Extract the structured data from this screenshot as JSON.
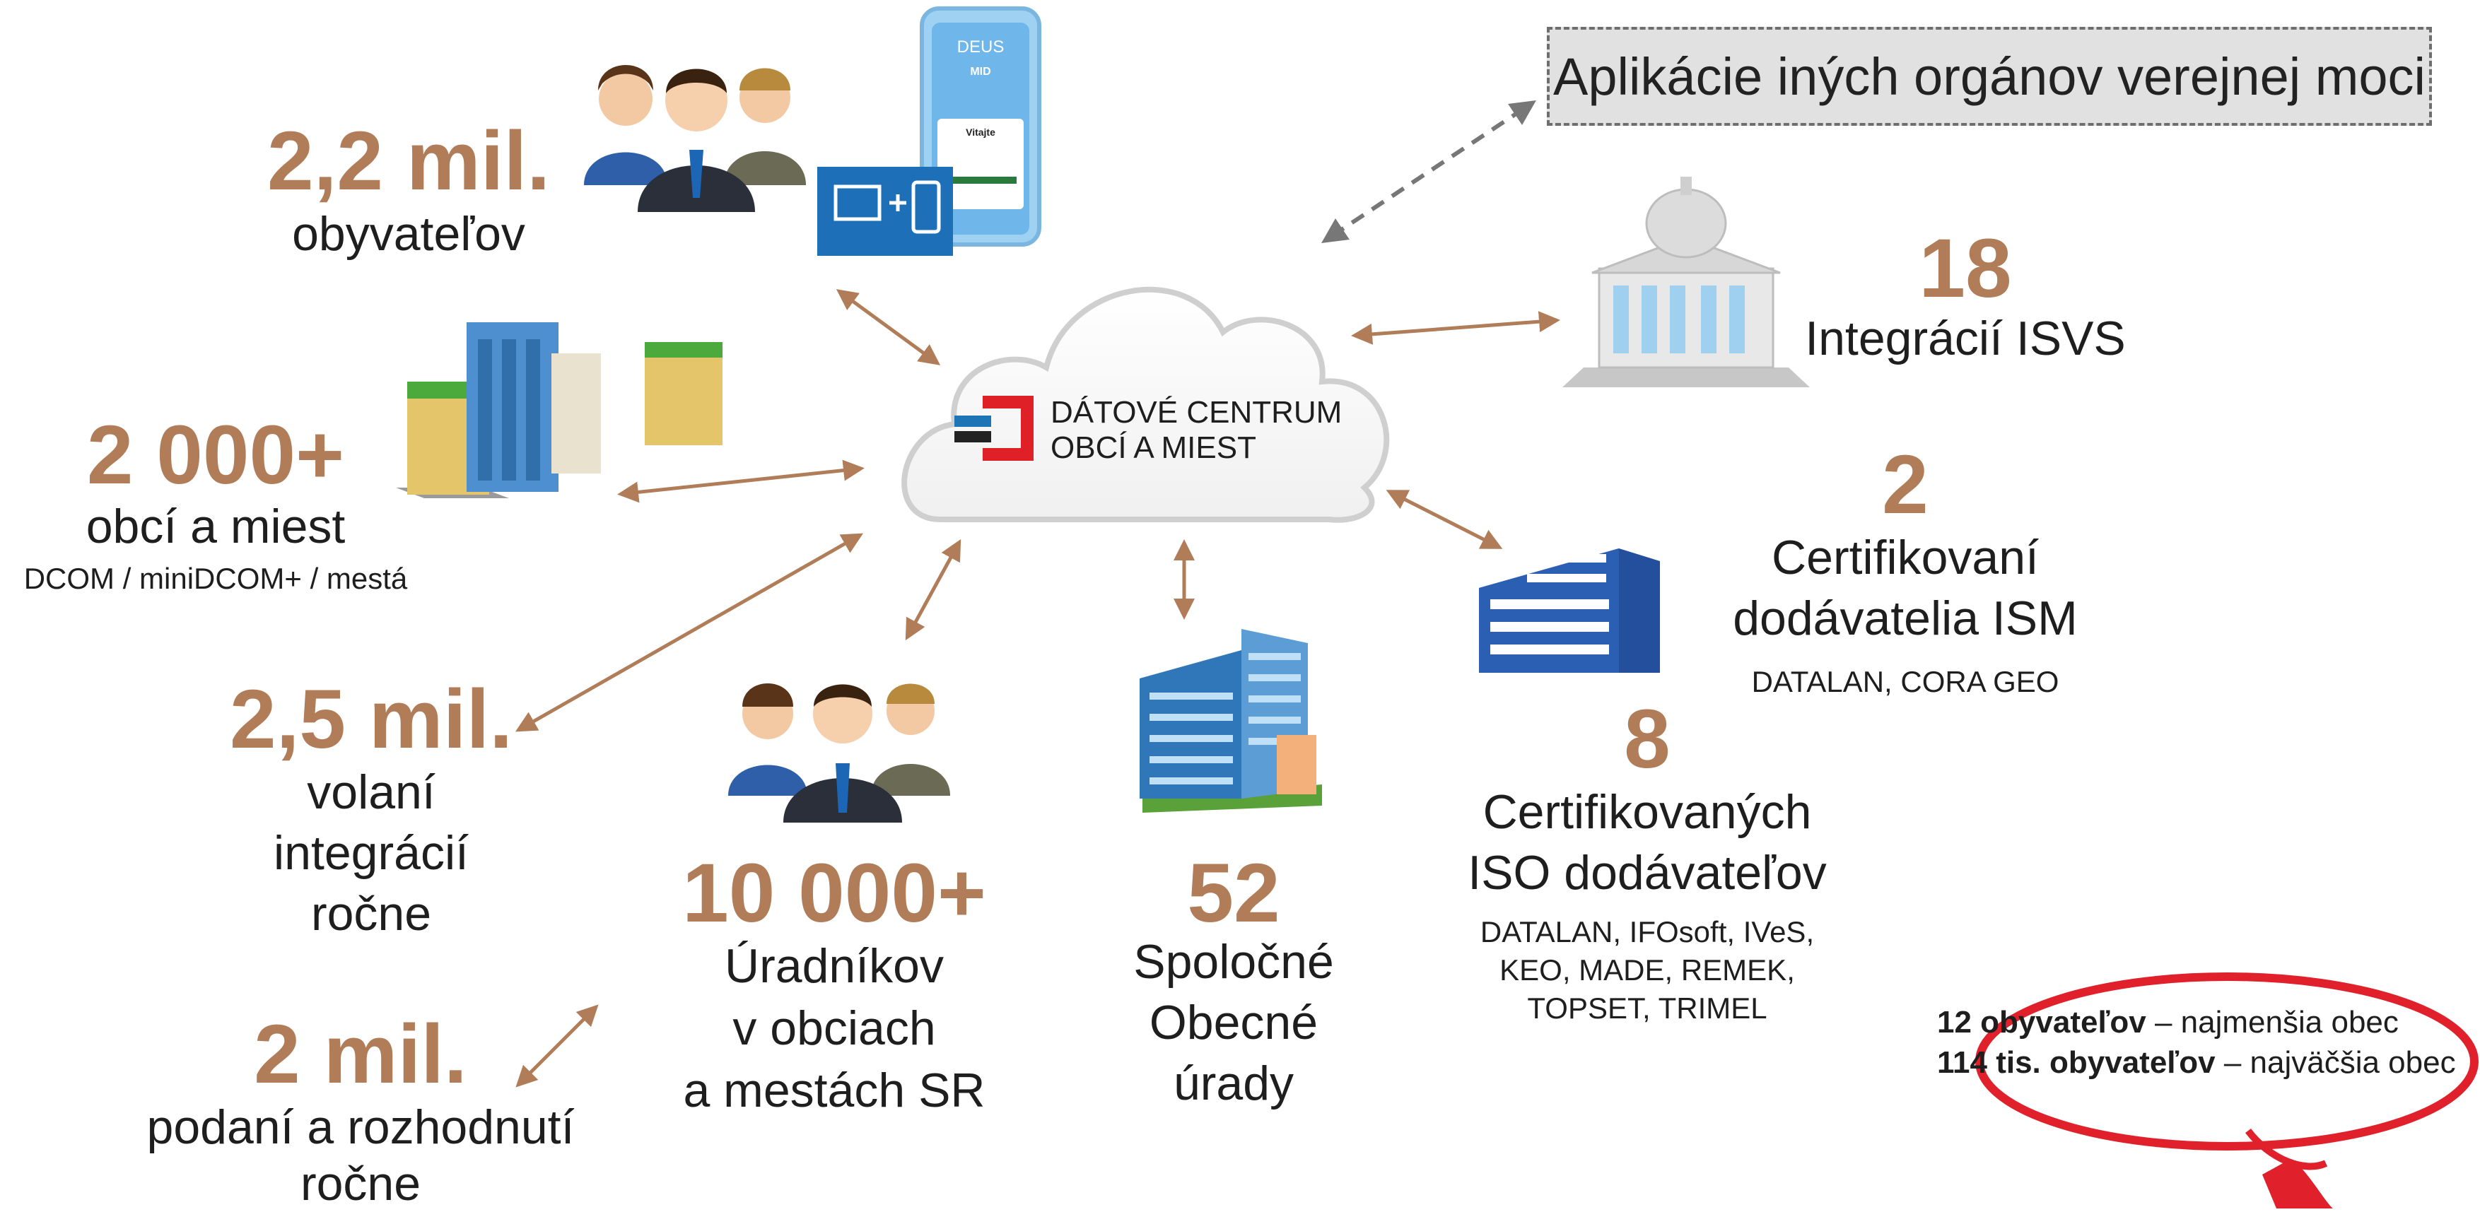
{
  "center": {
    "line1": "DÁTOVÉ CENTRUM",
    "line2": "OBCÍ A MIEST"
  },
  "other_apps": "Aplikácie iných orgánov verejnej moci",
  "phone": {
    "brand": "DEUS",
    "sub": "MID",
    "greeting": "Vitajte"
  },
  "stats": {
    "residents": {
      "value": "2,2 mil.",
      "label": "obyvateľov"
    },
    "municipalities": {
      "value": "2 000+",
      "label": "obcí a miest",
      "sub": "DCOM / miniDCOM+ / mestá"
    },
    "calls": {
      "value": "2,5 mil.",
      "label1": "volaní",
      "label2": "integrácií",
      "label3": "ročne"
    },
    "submissions": {
      "value": "2 mil.",
      "label1": "podaní a rozhodnutí",
      "label2": "ročne"
    },
    "officials": {
      "value": "10 000+",
      "label1": "Úradníkov",
      "label2": "v obciach",
      "label3": "a mestách SR"
    },
    "offices": {
      "value": "52",
      "label1": "Spoločné",
      "label2": "Obecné",
      "label3": "úrady"
    },
    "integrations": {
      "value": "18",
      "label": "Integrácií ISVS"
    },
    "ism_suppliers": {
      "value": "2",
      "label1": "Certifikovaní",
      "label2": "dodávatelia ISM",
      "sub": "DATALAN, CORA GEO"
    },
    "iso_suppliers": {
      "value": "8",
      "label1": "Certifikovaných",
      "label2": "ISO dodávateľov",
      "sub1": "DATALAN, IFOsoft, IVeS,",
      "sub2": "KEO, MADE, REMEK,",
      "sub3": "TOPSET, TRIMEL"
    }
  },
  "callout": {
    "l1_bold": "12 obyvateľov",
    "l1_rest": " – najmenšia obec",
    "l2_bold": "114 tis. obyvateľov",
    "l2_rest": " – najväčšia obec"
  },
  "colors": {
    "accent": "#b07d58",
    "arrow": "#b07d58",
    "building_blue": "#2f6fb0",
    "logo_red": "#e02027",
    "logo_blue": "#1d75b6",
    "callout_red": "#e0202a"
  }
}
